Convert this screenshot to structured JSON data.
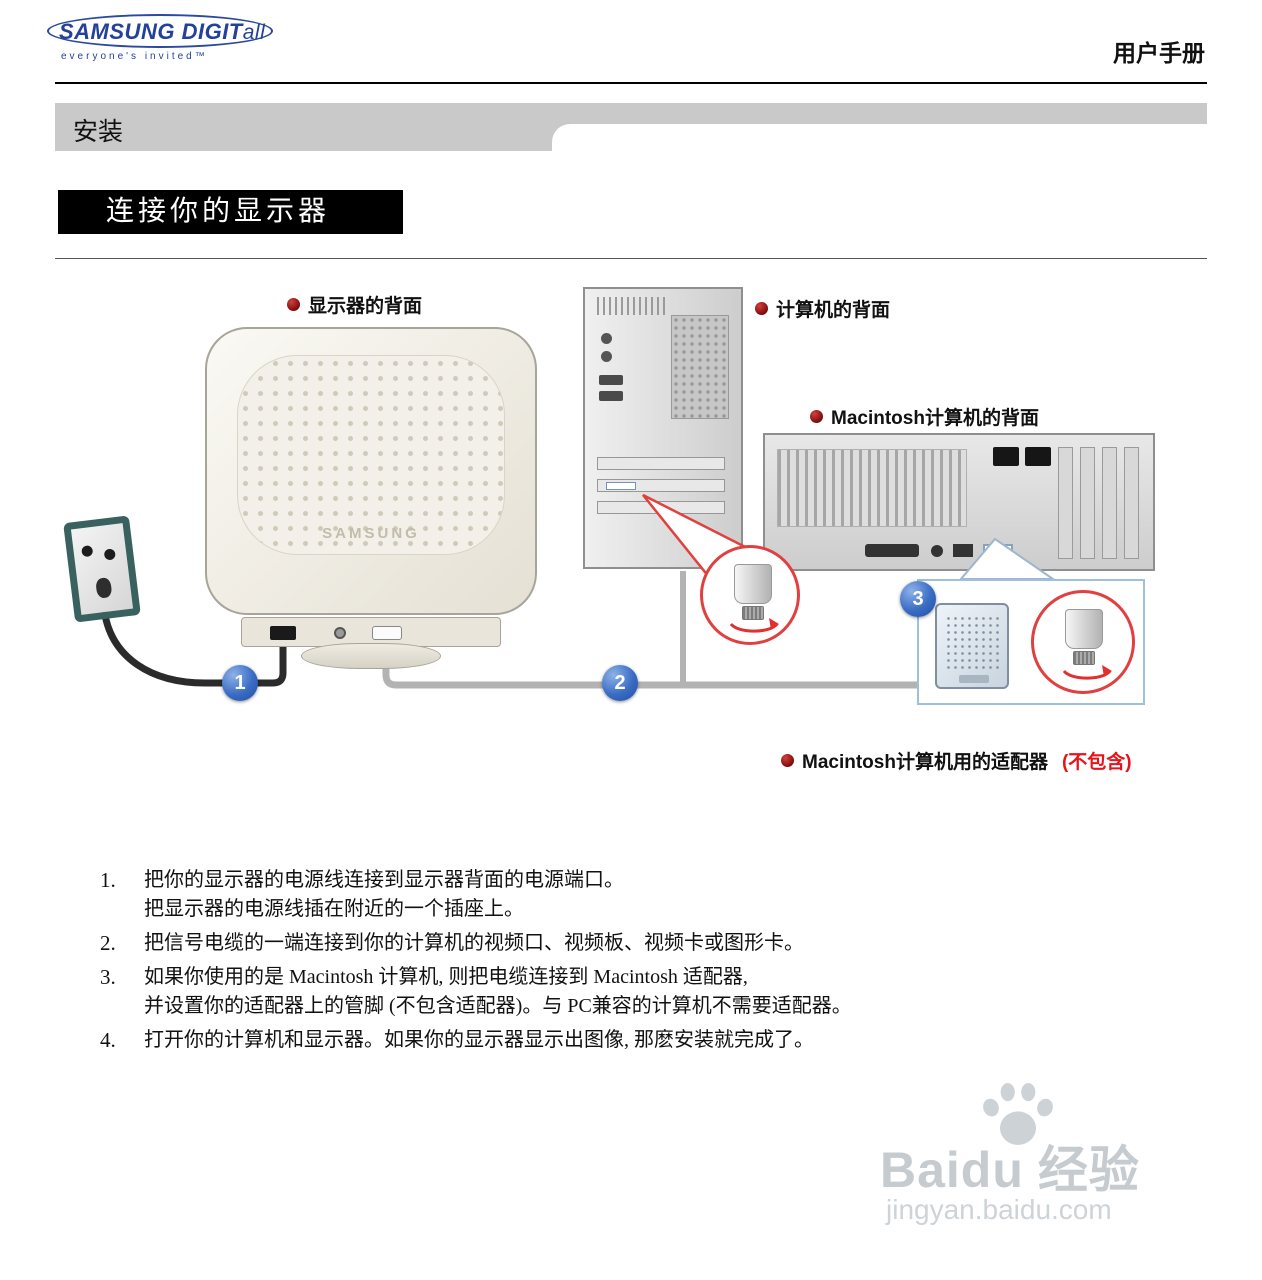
{
  "header": {
    "logo_samsung": "SAMSUNG",
    "logo_digit": "DIGIT",
    "logo_all": "all",
    "logo_tagline": "everyone's invited™",
    "manual_label": "用户手册"
  },
  "section": {
    "title": "安装"
  },
  "page_title": "连接你的显示器",
  "diagram": {
    "labels": {
      "monitor_back": "显示器的背面",
      "computer_back": "计算机的背面",
      "mac_back": "Macintosh计算机的背面",
      "mac_adapter": "Macintosh计算机用的适配器",
      "mac_adapter_note": "(不包含)"
    },
    "monitor_brand": "SAMSUNG",
    "badges": {
      "power": "1",
      "signal": "2",
      "mac": "3"
    }
  },
  "steps": [
    {
      "num": "1.",
      "lines": [
        "把你的显示器的电源线连接到显示器背面的电源端口。",
        "把显示器的电源线插在附近的一个插座上。"
      ]
    },
    {
      "num": "2.",
      "lines": [
        "把信号电缆的一端连接到你的计算机的视频口、视频板、视频卡或图形卡。"
      ]
    },
    {
      "num": "3.",
      "lines": [
        "如果你使用的是 Macintosh 计算机, 则把电缆连接到 Macintosh 适配器,",
        "并设置你的适配器上的管脚 (不包含适配器)。与 PC兼容的计算机不需要适配器。"
      ]
    },
    {
      "num": "4.",
      "lines": [
        "打开你的计算机和显示器。如果你的显示器显示出图像, 那麽安装就完成了。"
      ]
    }
  ],
  "watermark": {
    "brand": "Baidu",
    "suffix": "经验",
    "url": "jingyan.baidu.com"
  },
  "colors": {
    "logo_blue": "#23409a",
    "band_gray": "#c9c9c9",
    "badge_blue": "#2f64bd",
    "bullet_red": "#8f0f12",
    "note_red": "#e8131a",
    "cable_gray": "#b3b3b3",
    "callout_red": "#e04040"
  }
}
